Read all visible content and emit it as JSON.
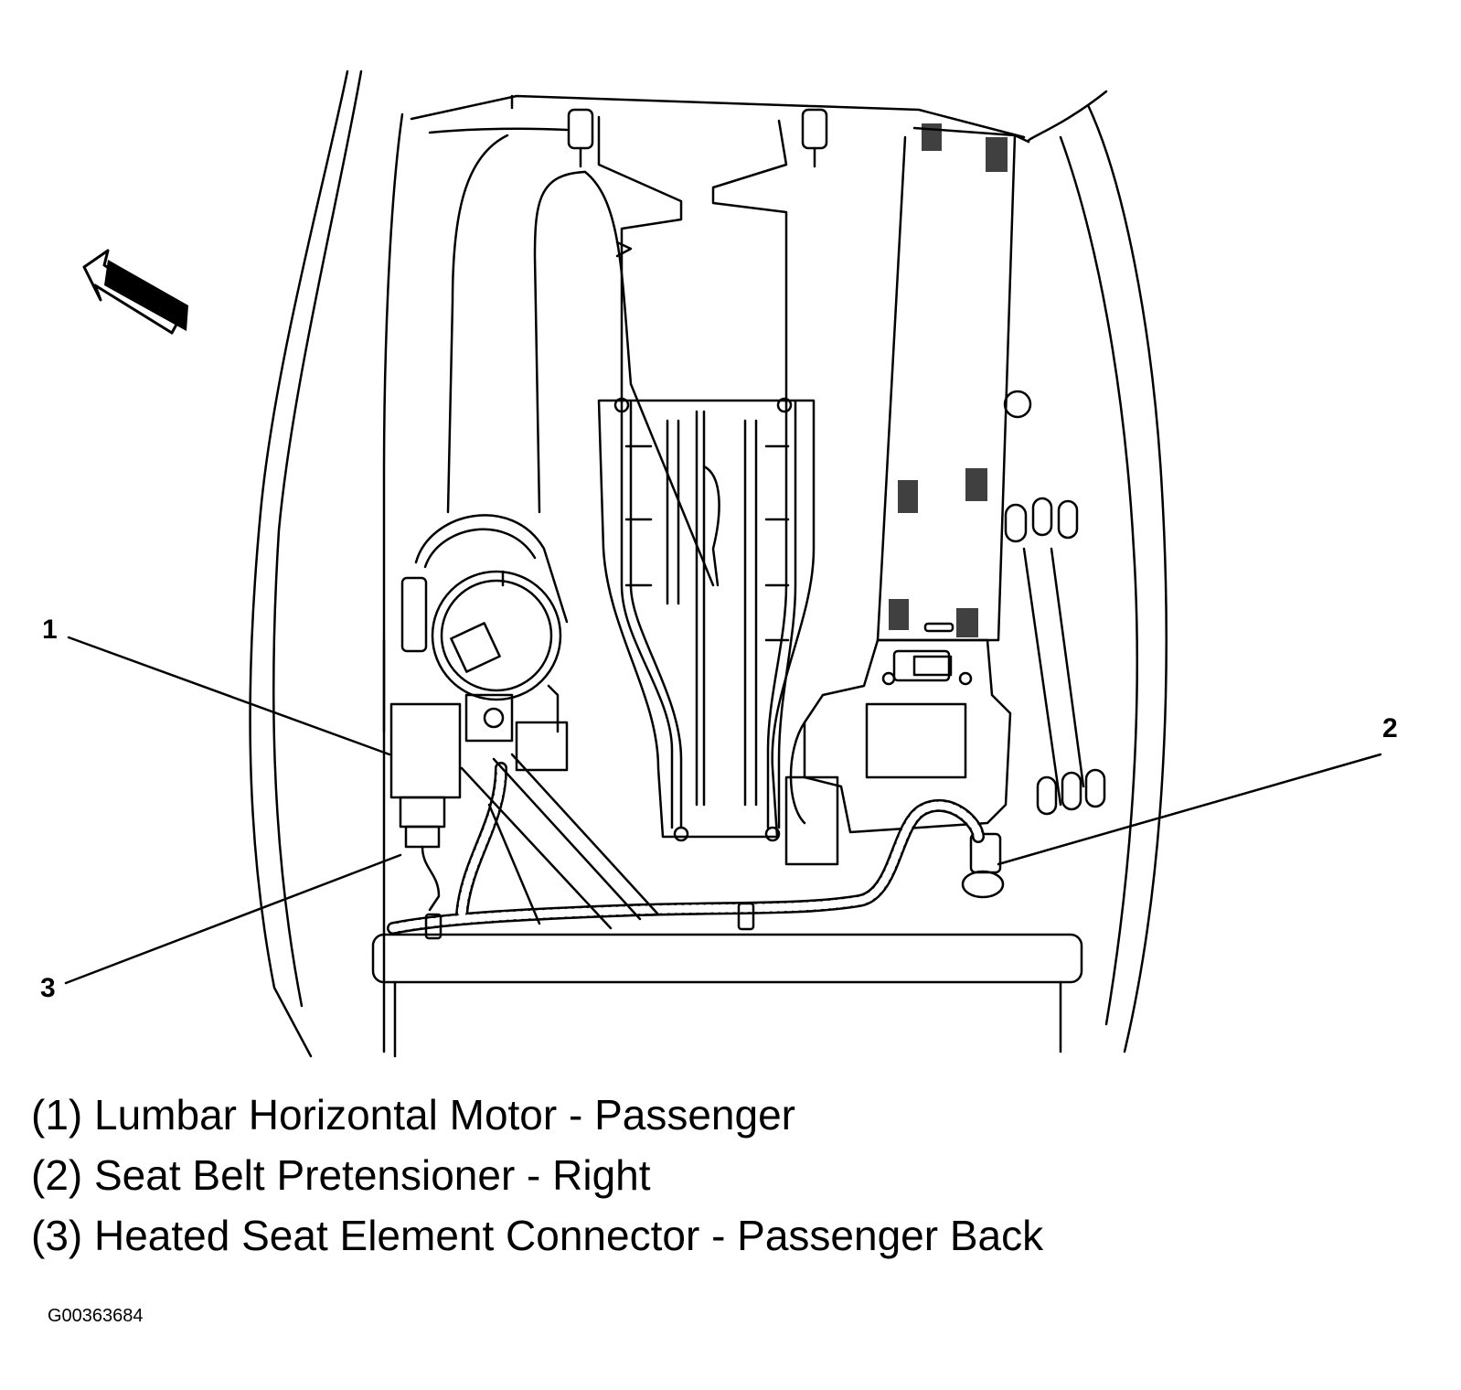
{
  "callouts": [
    {
      "number": "1"
    },
    {
      "number": "2"
    },
    {
      "number": "3"
    }
  ],
  "legend": [
    {
      "text": "(1) Lumbar Horizontal Motor - Passenger"
    },
    {
      "text": "(2) Seat Belt Pretensioner - Right"
    },
    {
      "text": "(3) Heated Seat Element Connector - Passenger Back"
    }
  ],
  "figure_id": "G00363684",
  "icons": {
    "direction_arrow": "forward-arrow-icon"
  },
  "colors": {
    "line": "#000000",
    "background": "#ffffff"
  }
}
